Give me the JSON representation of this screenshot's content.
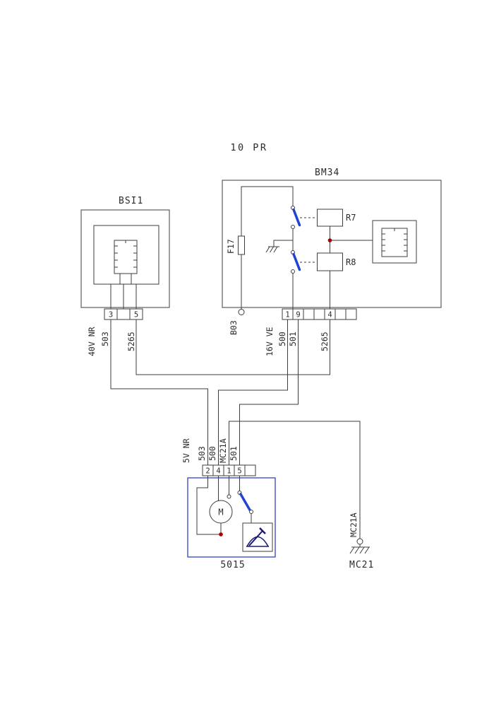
{
  "page": {
    "section_label": "10 PR"
  },
  "colors": {
    "line": "#3d3d3d",
    "text": "#2b2b2b",
    "blade_blue": "#2244d0",
    "motor_box_blue": "#2233bb",
    "wiper_glyph_blue": "#1a1a6e",
    "junction_red": "#a00000"
  },
  "bsi": {
    "title": "BSI1",
    "pins": [
      "3",
      "",
      "5"
    ],
    "wire_labels": {
      "spec_503": "40V NR",
      "w503": "503",
      "w5265": "5265"
    }
  },
  "bm34": {
    "title": "BM34",
    "fuse": "F17",
    "terminal": "B03",
    "relay_r7": "R7",
    "relay_r8": "R8",
    "pins": [
      "1",
      "9",
      "",
      "",
      "4",
      "",
      ""
    ],
    "wire_labels": {
      "spec_500": "16V VE",
      "w500": "500",
      "w501": "501",
      "w5265": "5265"
    }
  },
  "motor": {
    "title": "5015",
    "symbol": "M",
    "pins": [
      "2",
      "4",
      "1",
      "5",
      ""
    ],
    "wire_labels": {
      "spec_503": "5V NR",
      "w503": "503",
      "w500": "500",
      "wmc21a": "MC21A",
      "w501": "501"
    }
  },
  "ground": {
    "wire_label": "MC21A",
    "title": "MC21"
  }
}
